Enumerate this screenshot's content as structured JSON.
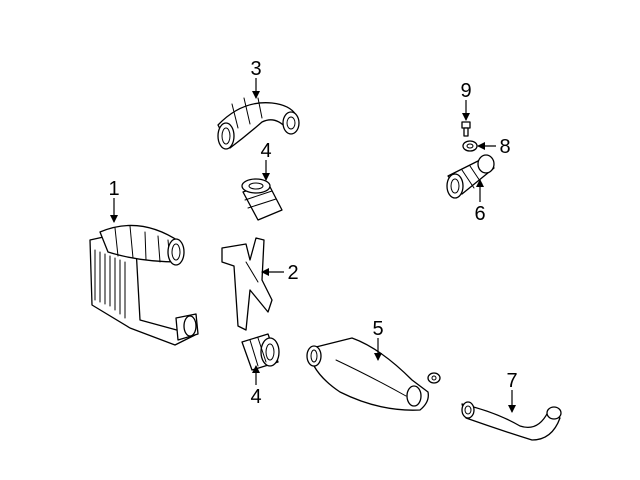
{
  "callouts": {
    "c1": "1",
    "c2": "2",
    "c3": "3",
    "c4a": "4",
    "c4b": "4",
    "c5": "5",
    "c6": "6",
    "c7": "7",
    "c8": "8",
    "c9": "9"
  },
  "colors": {
    "line": "#000000",
    "background": "#ffffff"
  }
}
